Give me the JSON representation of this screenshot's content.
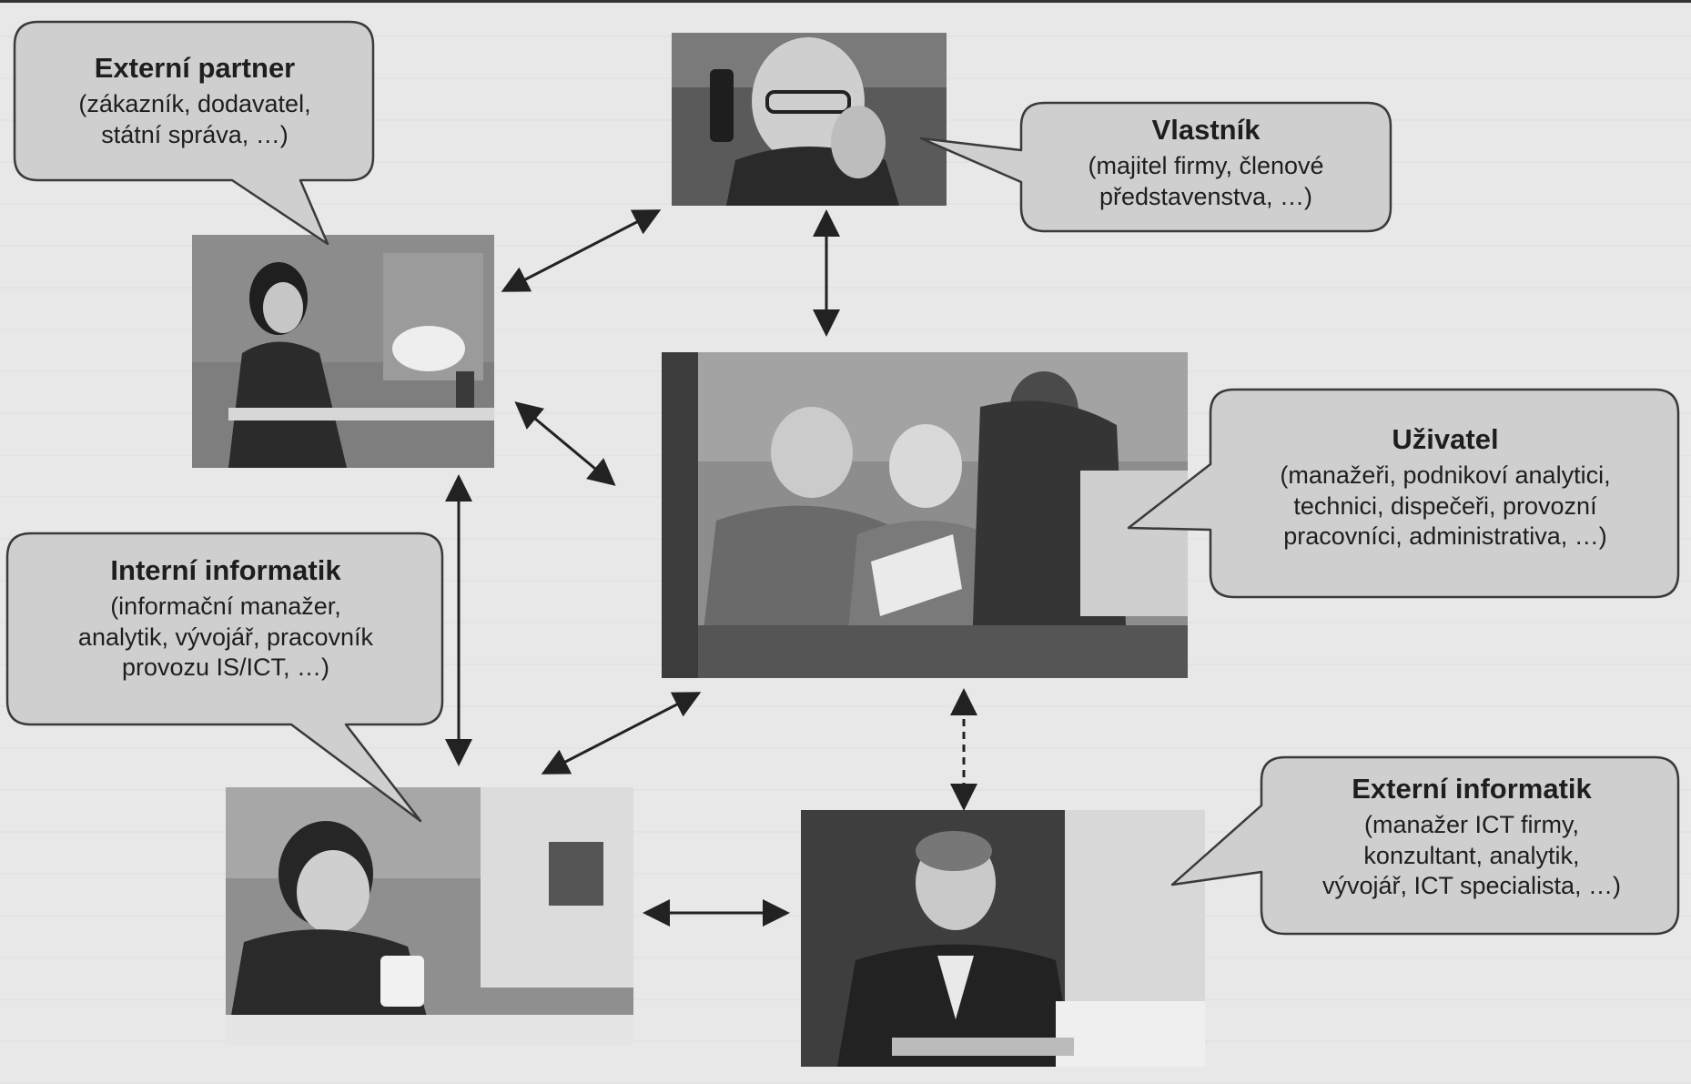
{
  "roles": {
    "external_partner": {
      "title": "Externí partner",
      "detail": "(zákazník, dodavatel,\nstátní správa, …)"
    },
    "owner": {
      "title": "Vlastník",
      "detail": "(majitel firmy, členové\npředstavenstva, …)"
    },
    "user": {
      "title": "Uživatel",
      "detail": "(manažeři, podnikoví analytici,\ntechnici, dispečeři, provozní\npracovníci, administrativa, …)"
    },
    "internal_it": {
      "title": "Interní informatik",
      "detail": "(informační manažer,\nanalytik, vývojář, pracovník\nprovozu IS/ICT, …)"
    },
    "external_it": {
      "title": "Externí informatik",
      "detail": "(manažer ICT firmy,\nkonzultant, analytik,\nvývojář, ICT specialista, …)"
    }
  },
  "colors": {
    "callout_fill": "#cfcfcf",
    "callout_stroke": "#3a3a3a",
    "arrow": "#222222",
    "background": "#e8e8e8"
  },
  "connections": [
    {
      "from": "external_partner",
      "to": "owner",
      "style": "solid"
    },
    {
      "from": "owner",
      "to": "user",
      "style": "solid"
    },
    {
      "from": "external_partner",
      "to": "user",
      "style": "solid"
    },
    {
      "from": "external_partner",
      "to": "internal_it",
      "style": "solid"
    },
    {
      "from": "user",
      "to": "internal_it",
      "style": "solid"
    },
    {
      "from": "user",
      "to": "external_it",
      "style": "dashed"
    },
    {
      "from": "internal_it",
      "to": "external_it",
      "style": "solid"
    }
  ]
}
